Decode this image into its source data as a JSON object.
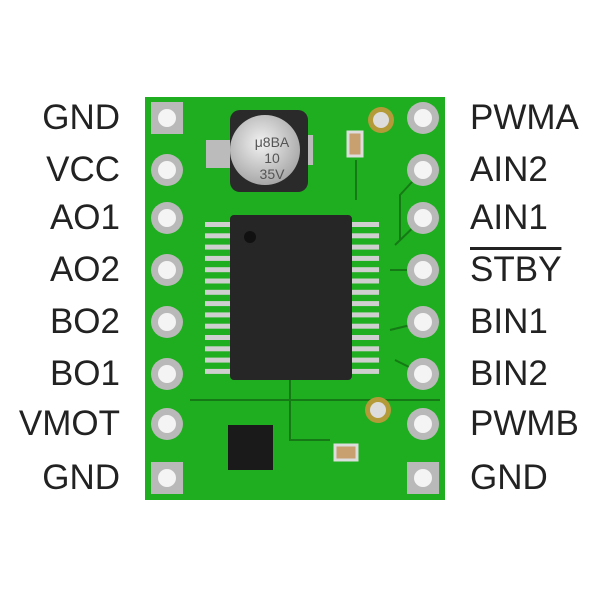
{
  "title": "Motor driver carrier pinout",
  "left_pins": [
    "GND",
    "VCC",
    "AO1",
    "AO2",
    "BO2",
    "BO1",
    "VMOT",
    "GND"
  ],
  "right_pins": [
    "PWMA",
    "AIN2",
    "AIN1",
    "STBY",
    "BIN1",
    "BIN2",
    "PWMB",
    "GND"
  ],
  "capacitor_marking": [
    "μ8BA",
    "10",
    "35V"
  ],
  "colors": {
    "pcb": "#1fae1f",
    "trace": "#38c438",
    "chip": "#262626",
    "pad": "#c9c9c9"
  }
}
